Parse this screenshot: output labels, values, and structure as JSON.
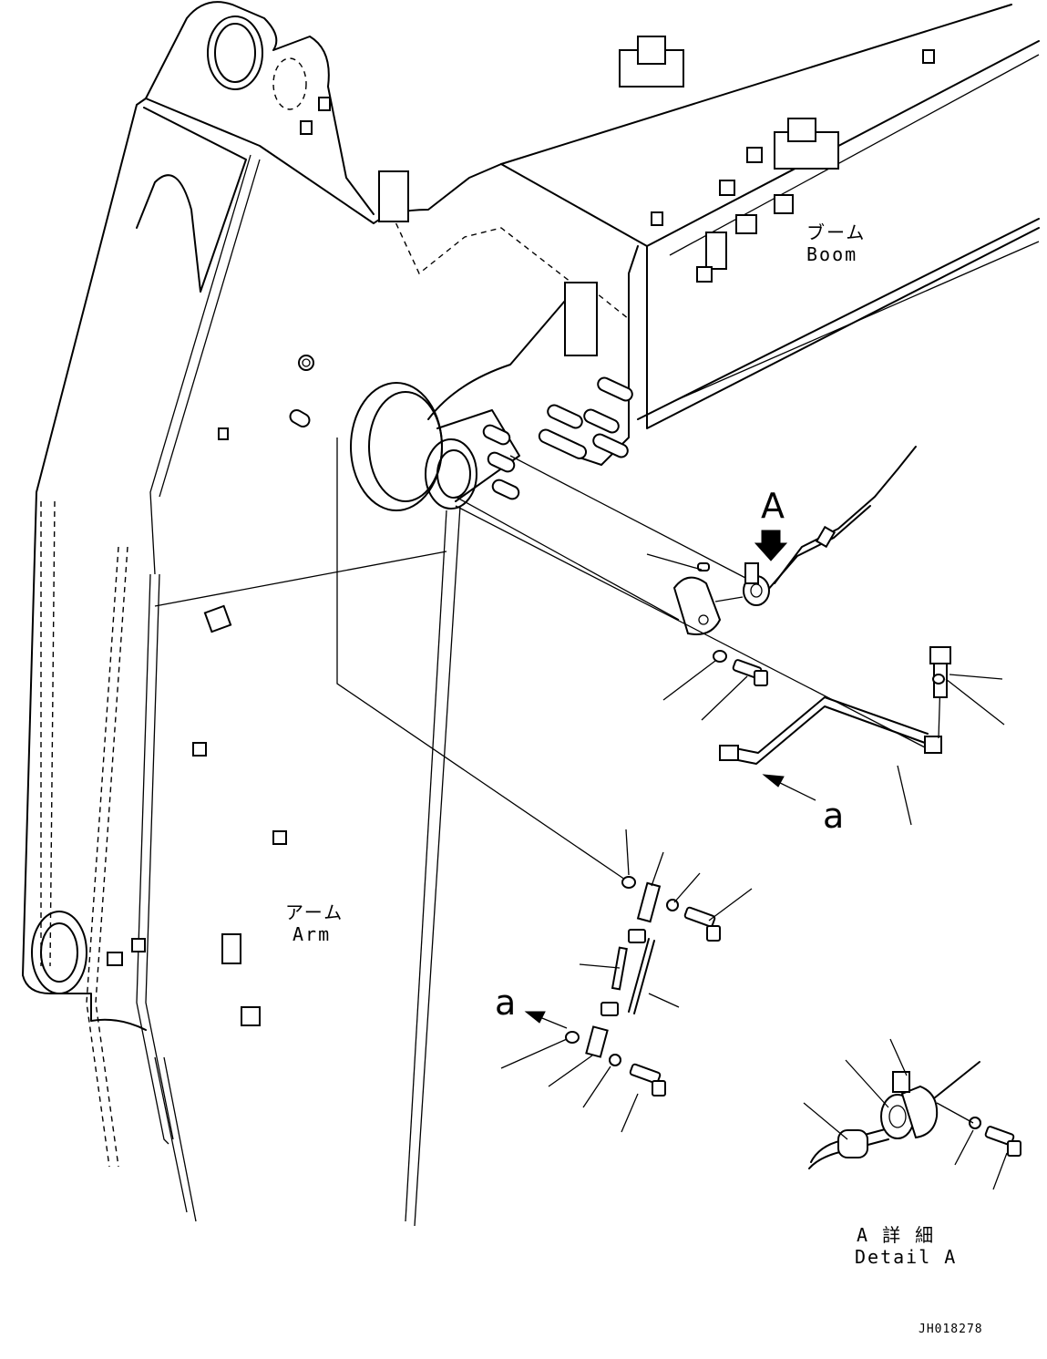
{
  "labels": {
    "boom_jp": "ブーム",
    "boom_en": "Boom",
    "arm_jp": "アーム",
    "arm_en": "Arm",
    "callout_A": "A",
    "ref_a_top": "a",
    "ref_a_bottom": "a",
    "detail_jp": "A 詳 細",
    "detail_en": "Detail A",
    "drawing_code": "JH018278"
  },
  "icons": {
    "view_arrow": "down-arrow-icon"
  }
}
